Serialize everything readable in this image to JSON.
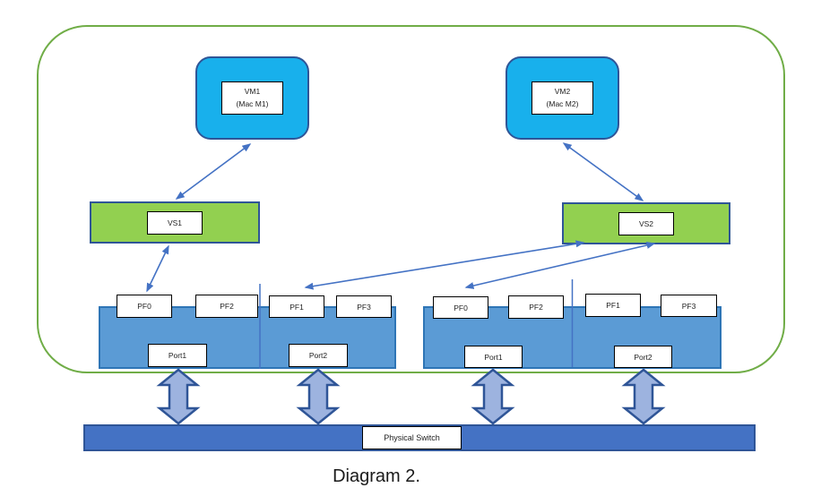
{
  "diagram": {
    "caption": "Diagram 2."
  },
  "colors": {
    "outline_green": "#70AD47",
    "vm_fill": "#18B0EC",
    "vs_fill": "#92D050",
    "nic_fill": "#5B9BD5",
    "nic_border": "#2E75B6",
    "switch_fill": "#4472C4",
    "connector_blue": "#4472C4",
    "block_arrow_fill": "#9DB3DF",
    "shape_border_blue": "#2F5597"
  },
  "nodes": {
    "vm1": {
      "line1": "VM1",
      "line2": "(Mac M1)"
    },
    "vm2": {
      "line1": "VM2",
      "line2": "(Mac M2)"
    },
    "vs1": {
      "label": "VS1"
    },
    "vs2": {
      "label": "VS2"
    },
    "physical_switch": {
      "label": "Physical Switch"
    }
  },
  "nic_left": {
    "pf_labels": [
      "PF0",
      "PF2",
      "PF1",
      "PF3"
    ],
    "port_labels": [
      "Port1",
      "Port2"
    ]
  },
  "nic_right": {
    "pf_labels": [
      "PF0",
      "PF2",
      "PF1",
      "PF3"
    ],
    "port_labels": [
      "Port1",
      "Port2"
    ]
  }
}
